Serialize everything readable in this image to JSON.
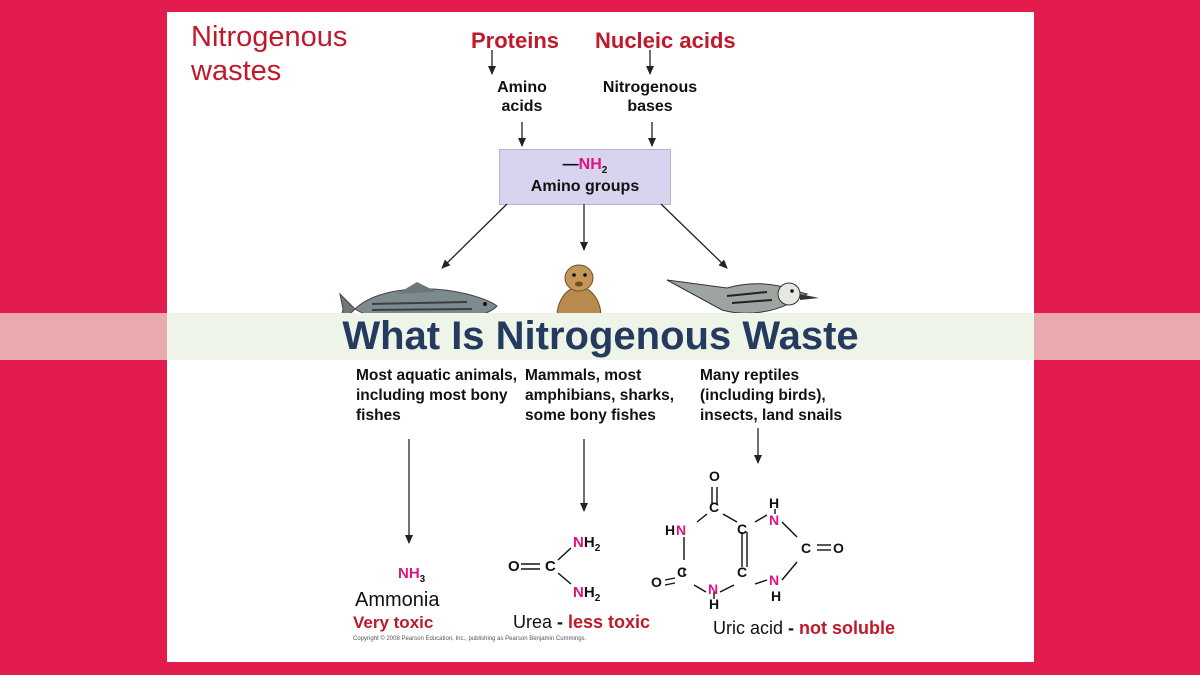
{
  "title": "Nitrogenous wastes",
  "banner": "What Is Nitrogenous Waste",
  "sources": {
    "proteins": "Proteins",
    "nucleic_acids": "Nucleic acids",
    "amino_acids": "Amino acids",
    "nitrogenous_bases": "Nitrogenous bases"
  },
  "amino_groups": {
    "formula_prefix": "—",
    "formula_n": "NH",
    "formula_sub": "2",
    "label": "Amino groups"
  },
  "groups": [
    {
      "text": "Most aquatic animals, including most bony fishes"
    },
    {
      "text": "Mammals, most amphibians, sharks, some bony fishes"
    },
    {
      "text": "Many reptiles (including birds), insects, land snails"
    }
  ],
  "products": {
    "ammonia": {
      "formula": "NH",
      "sub": "3",
      "name": "Ammonia",
      "toxicity": "Very toxic"
    },
    "urea": {
      "name": "Urea",
      "sep": " - ",
      "toxicity": "less toxic"
    },
    "uric_acid": {
      "name": "Uric acid",
      "sep": " - ",
      "toxicity": "not soluble"
    }
  },
  "copyright": "Copyright © 2008 Pearson Education, Inc., publishing as Pearson Benjamin Cummings.",
  "colors": {
    "background": "#e31c4e",
    "accent_red": "#c0192b",
    "nitrogen_pink": "#e0137f",
    "box": "#d8d3ee",
    "banner_text": "#243a5e"
  },
  "icons": [
    "fish-icon",
    "prairie-dog-icon",
    "bird-icon"
  ]
}
